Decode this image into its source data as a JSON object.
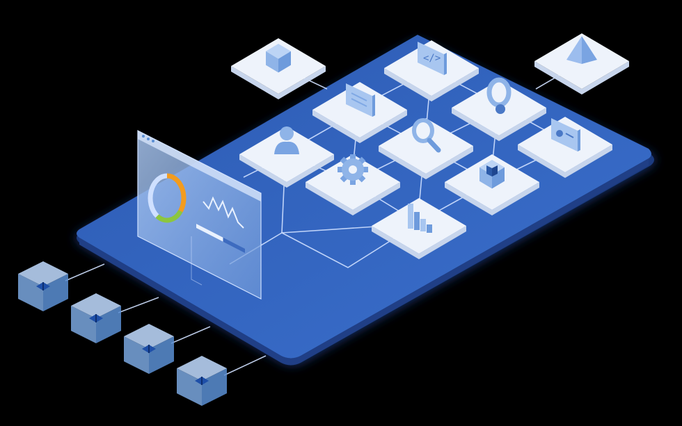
{
  "scene": {
    "theme": "isometric platform illustration",
    "colors": {
      "background": "#000000",
      "platform": "#2f5fb8",
      "platform_edge": "#1d3f86",
      "tile": "#eef3fb",
      "icon": "#7fa8e4",
      "accent_orange": "#f39c1e",
      "accent_green": "#8cc63f"
    },
    "tiles": [
      {
        "icon": "cube-icon"
      },
      {
        "icon": "code-window-icon"
      },
      {
        "icon": "pyramid-icon"
      },
      {
        "icon": "document-icon"
      },
      {
        "icon": "ring-gear-icon"
      },
      {
        "icon": "user-icon"
      },
      {
        "icon": "magnifier-icon"
      },
      {
        "icon": "id-card-icon"
      },
      {
        "icon": "gear-icon"
      },
      {
        "icon": "container-cube-icon"
      },
      {
        "icon": "bar-chart-icon"
      }
    ],
    "dashboard": {
      "donut": {
        "segments": [
          0.35,
          0.25,
          0.4
        ],
        "colors": [
          "#f39c1e",
          "#8cc63f",
          "#cfe0ff"
        ]
      },
      "progress": 0.55
    },
    "side_cubes": [
      {
        "icon": "node-cube-icon"
      },
      {
        "icon": "node-cube-icon"
      },
      {
        "icon": "node-cube-icon"
      },
      {
        "icon": "node-cube-icon"
      }
    ]
  }
}
